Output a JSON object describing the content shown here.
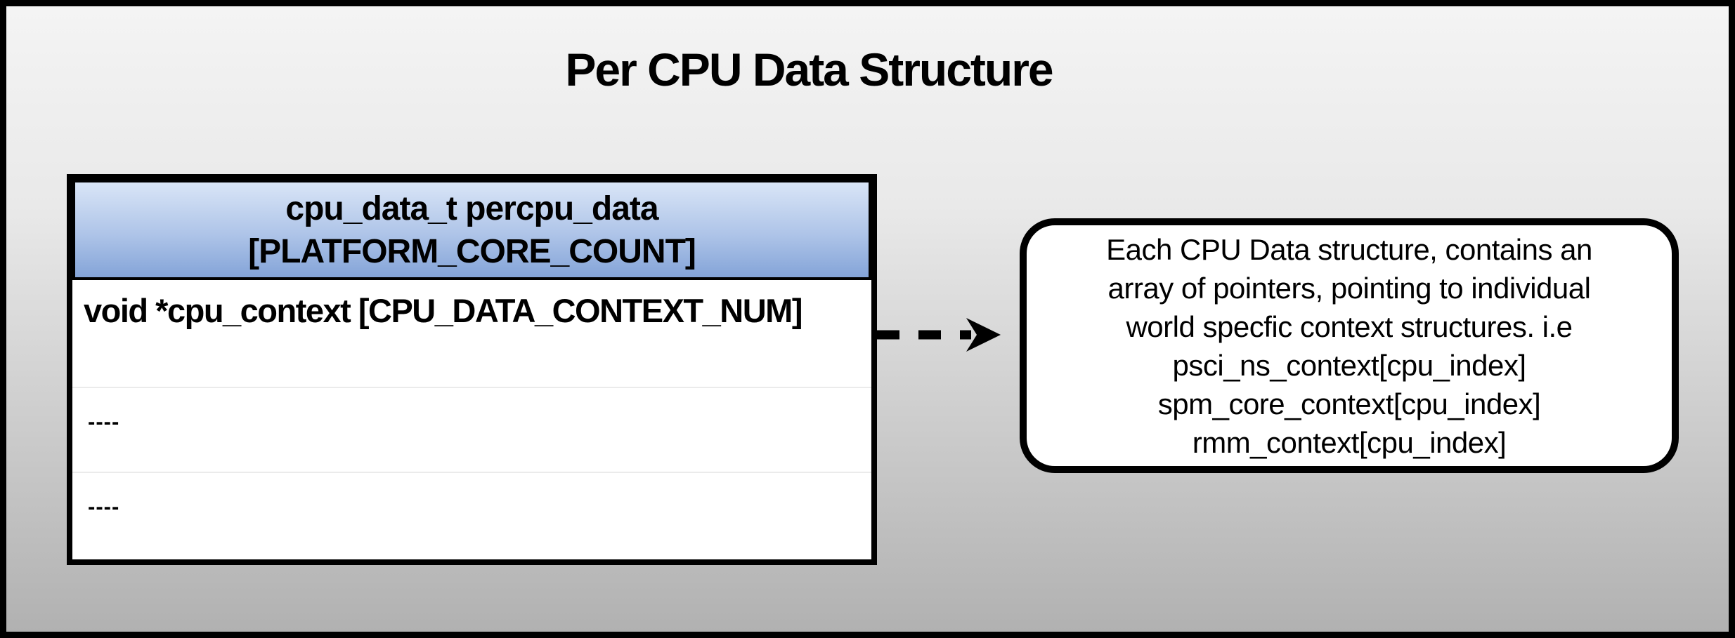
{
  "title": "Per CPU Data Structure",
  "struct_table": {
    "header": {
      "line1": "cpu_data_t percpu_data",
      "line2": "[PLATFORM_CORE_COUNT]"
    },
    "rows": [
      {
        "label": "void *cpu_context [CPU_DATA_CONTEXT_NUM]"
      },
      {
        "label": "----"
      },
      {
        "label": "----"
      }
    ]
  },
  "callout": {
    "lines": [
      "Each CPU Data structure, contains an",
      "array of pointers, pointing to individual",
      "world specfic context structures. i.e",
      "psci_ns_context[cpu_index]",
      "spm_core_context[cpu_index]",
      "rmm_context[cpu_index]"
    ]
  },
  "arrow": {
    "style": "dashed",
    "direction": "right",
    "color": "#000000"
  },
  "colors": {
    "frame_border": "#000000",
    "background_top": "#f4f4f4",
    "background_bottom": "#b1b1b1",
    "header_gradient_top": "#d9e5f7",
    "header_gradient_bottom": "#84a4d8",
    "box_background": "#ffffff",
    "text": "#000000"
  }
}
